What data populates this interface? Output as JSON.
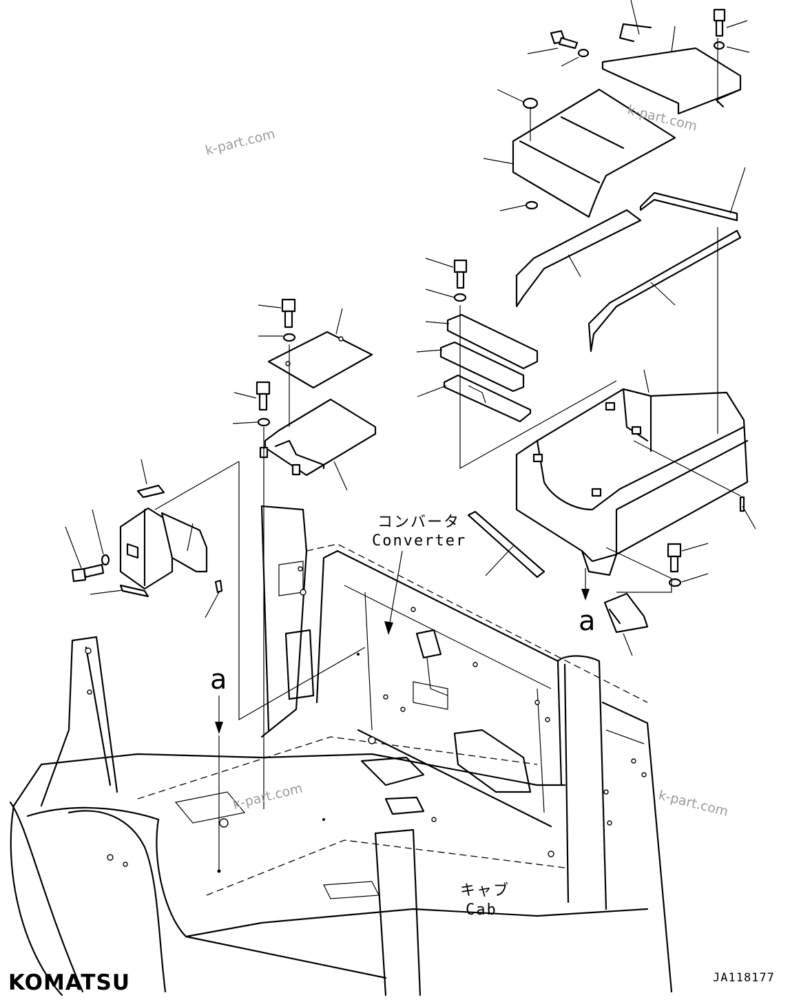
{
  "watermarks": [
    "k-part.com",
    "k-part.com",
    "k-part.com",
    "k-part.com"
  ],
  "labels": {
    "converter_jp": "コンバータ",
    "converter_en": "Converter",
    "cab_jp": "キャブ",
    "cab_en": "Cab",
    "view_a": "a"
  },
  "logo": "KOMATSU",
  "drawing_code": "JA118177"
}
